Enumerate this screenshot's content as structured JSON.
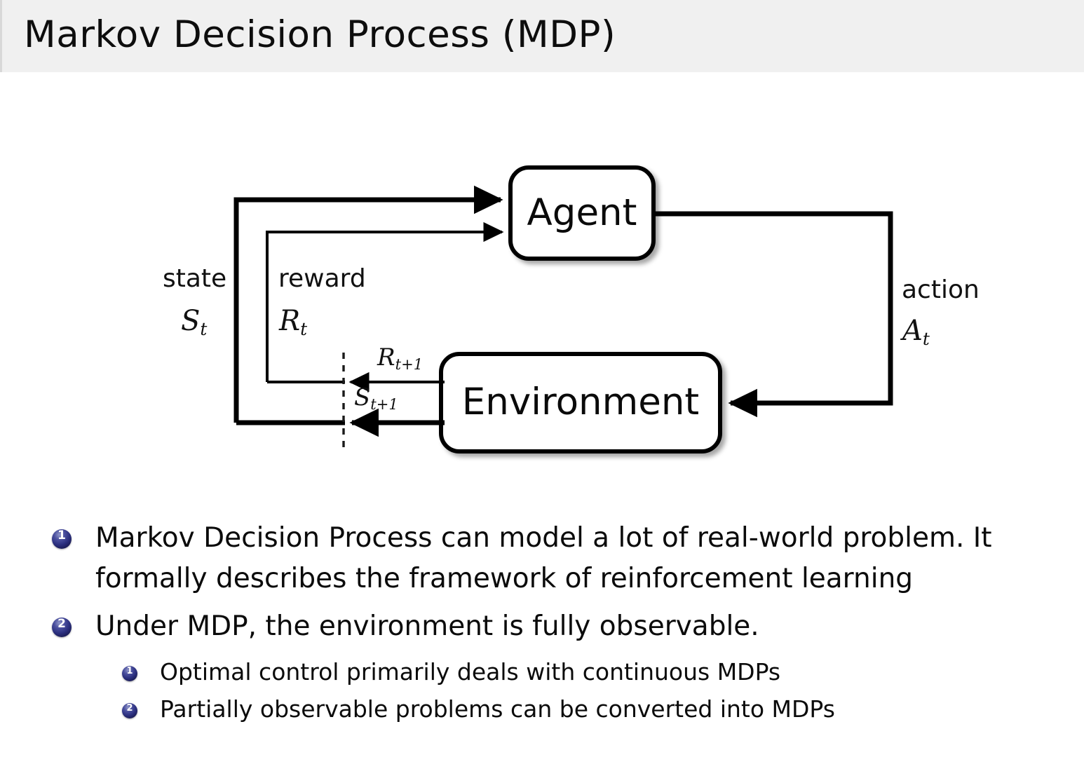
{
  "header": {
    "title": "Markov Decision Process (MDP)",
    "background_color": "#f0f0f0"
  },
  "diagram": {
    "name": "agent-environment-interaction-loop",
    "nodes": {
      "agent": "Agent",
      "environment": "Environment"
    },
    "edge_labels": {
      "state_word": "state",
      "state_symbol_base": "S",
      "state_symbol_sub": "t",
      "reward_word": "reward",
      "reward_symbol_base": "R",
      "reward_symbol_sub": "t",
      "action_word": "action",
      "action_symbol_base": "A",
      "action_symbol_sub": "t",
      "next_reward_base": "R",
      "next_reward_sub": "t+1",
      "next_state_base": "S",
      "next_state_sub": "t+1"
    },
    "stroke_color": "#000000"
  },
  "bullets": {
    "accent_color": "#2b2f7e",
    "items": [
      {
        "marker": "1",
        "level": 1,
        "lines": [
          "Markov Decision Process can model a lot of real-world problem. It",
          "formally describes the framework of reinforcement learning"
        ]
      },
      {
        "marker": "2",
        "level": 1,
        "lines": [
          "Under MDP, the environment is fully observable."
        ]
      },
      {
        "marker": "1",
        "level": 2,
        "lines": [
          "Optimal control primarily deals with continuous MDPs"
        ]
      },
      {
        "marker": "2",
        "level": 2,
        "lines": [
          "Partially observable problems can be converted into MDPs"
        ]
      }
    ]
  }
}
